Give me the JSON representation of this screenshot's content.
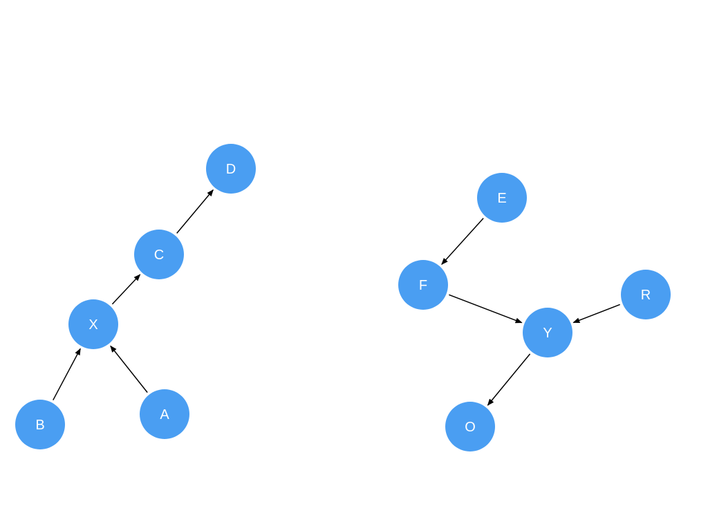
{
  "graph": {
    "node_color": "#4a9ef2",
    "label_color": "#ffffff",
    "edge_color": "#000000",
    "nodes": [
      {
        "id": "D",
        "label": "D"
      },
      {
        "id": "C",
        "label": "C"
      },
      {
        "id": "X",
        "label": "X"
      },
      {
        "id": "B",
        "label": "B"
      },
      {
        "id": "A",
        "label": "A"
      },
      {
        "id": "E",
        "label": "E"
      },
      {
        "id": "F",
        "label": "F"
      },
      {
        "id": "R",
        "label": "R"
      },
      {
        "id": "Y",
        "label": "Y"
      },
      {
        "id": "O",
        "label": "O"
      }
    ],
    "edges": [
      {
        "from": "C",
        "to": "D"
      },
      {
        "from": "X",
        "to": "C"
      },
      {
        "from": "B",
        "to": "X"
      },
      {
        "from": "A",
        "to": "X"
      },
      {
        "from": "E",
        "to": "F"
      },
      {
        "from": "F",
        "to": "Y"
      },
      {
        "from": "R",
        "to": "Y"
      },
      {
        "from": "Y",
        "to": "O"
      }
    ]
  }
}
